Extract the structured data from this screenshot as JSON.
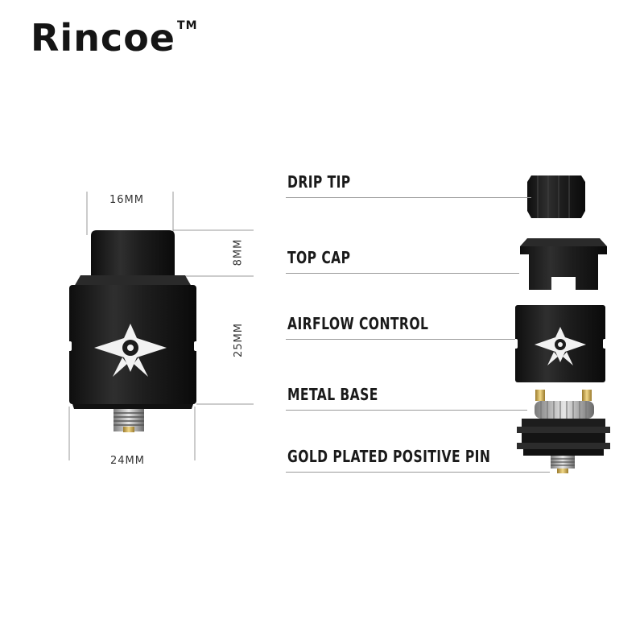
{
  "brand": {
    "name": "Rincoe",
    "trademark": "TM"
  },
  "dimensions": {
    "top_width": "16MM",
    "cap_height": "8MM",
    "body_height": "25MM",
    "base_width": "24MM"
  },
  "components": [
    {
      "label": "DRIP TIP"
    },
    {
      "label": "TOP CAP"
    },
    {
      "label": "AIRFLOW CONTROL"
    },
    {
      "label": "METAL BASE"
    },
    {
      "label": "GOLD PLATED POSITIVE PIN"
    }
  ],
  "colors": {
    "body": "#1c1c1c",
    "highlight": "#4a4a4a",
    "emblem": "#f2f2f2",
    "gold": "#d9b65a",
    "guide_line": "#9a9a9a"
  }
}
